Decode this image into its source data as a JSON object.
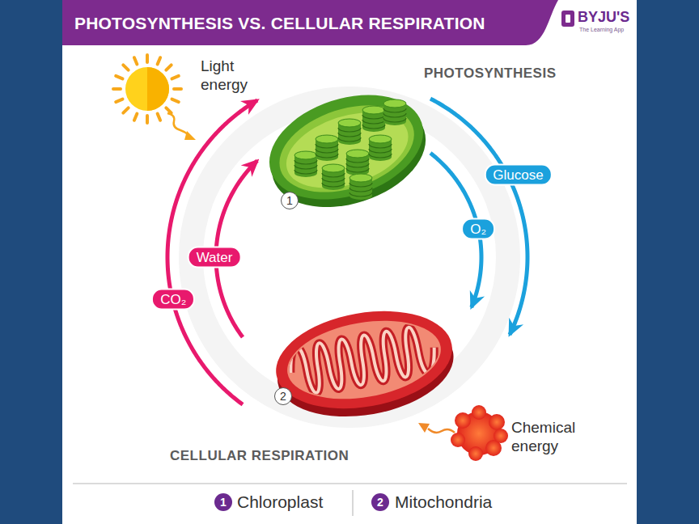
{
  "diagram": {
    "title": "PHOTOSYNTHESIS VS. CELLULAR RESPIRATION",
    "nodes": [
      {
        "text": [
          "1"
        ]
      },
      {
        "text": [
          "2"
        ]
      }
    ],
    "edges": [
      {
        "from": 0,
        "to": 1,
        "arrow": "to",
        "label": "Glucose"
      },
      {
        "from": 0,
        "to": 1,
        "arrow": "to",
        "label": "O₂"
      },
      {
        "from": 1,
        "to": 0,
        "arrow": "to",
        "label": "Water"
      },
      {
        "from": 1,
        "to": 0,
        "arrow": "to",
        "label": "CO₂"
      }
    ],
    "labels": [
      "BYJU'S",
      "The Learning App",
      "Light energy",
      "PHOTOSYNTHESIS",
      "Chemical energy",
      "CELLULAR RESPIRATION",
      "1",
      "2"
    ],
    "legend": [
      {
        "text": "Chloroplast",
        "color": "#6b2a8f"
      },
      {
        "text": "Mitochondria",
        "color": "#6b2a8f"
      }
    ]
  }
}
